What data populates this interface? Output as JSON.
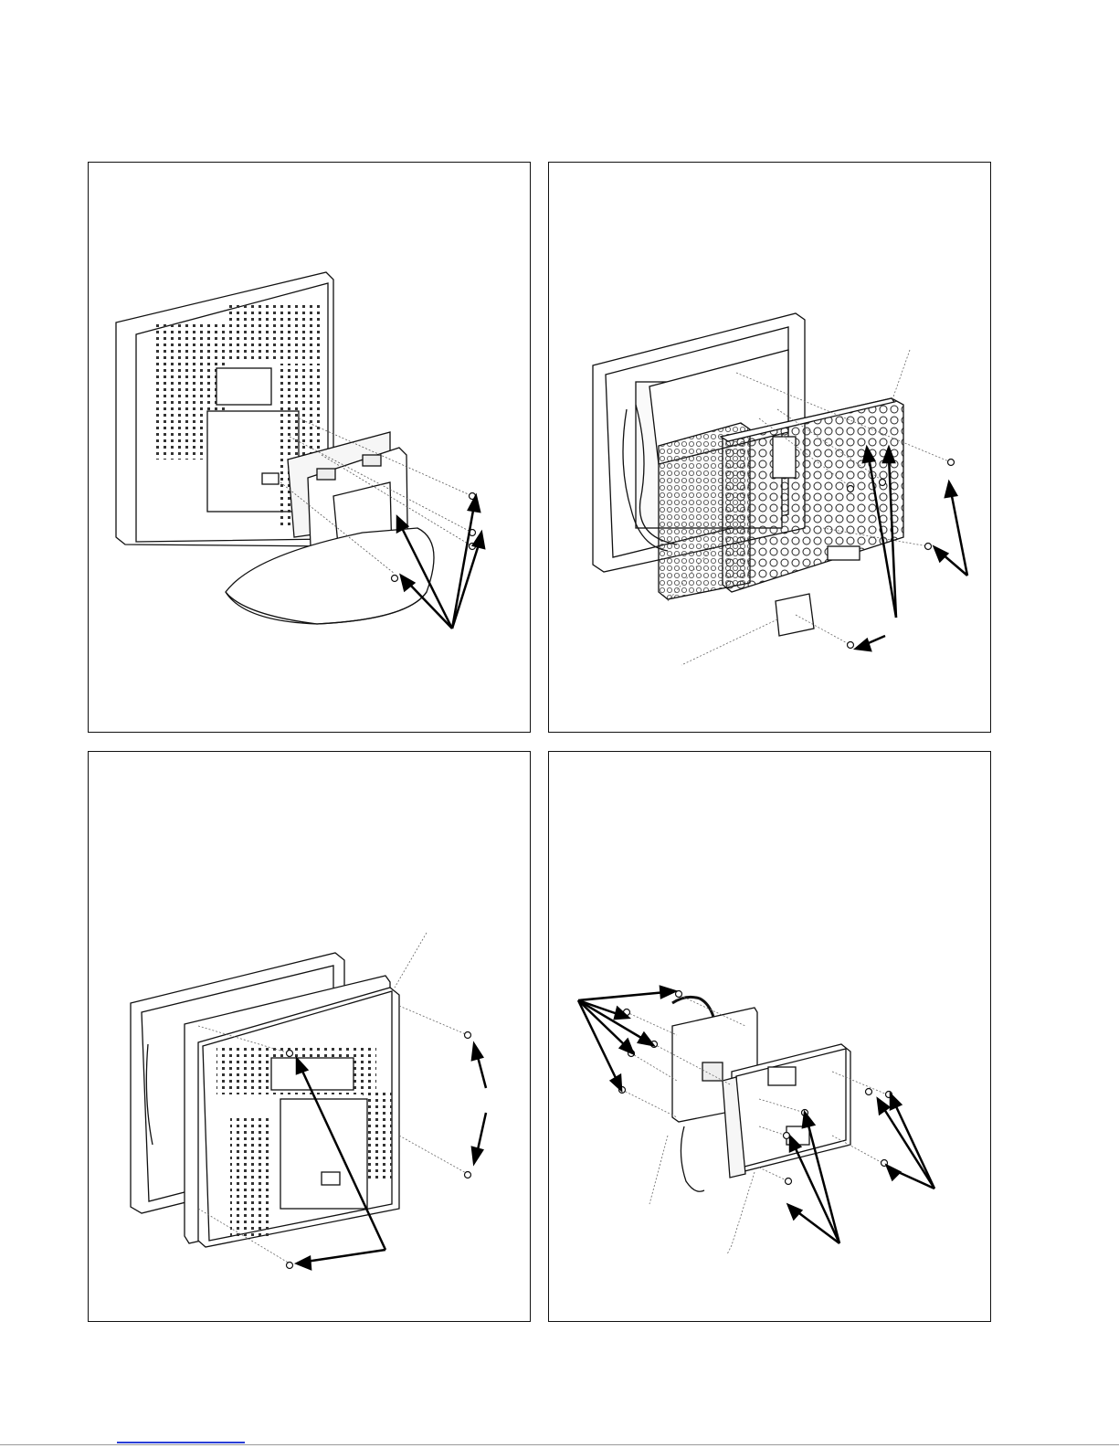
{
  "document": {
    "panels": [
      {
        "id": "p1",
        "content": "monitor-rear-stand-removal"
      },
      {
        "id": "p2",
        "content": "shield-cover-removal"
      },
      {
        "id": "p3",
        "content": "rear-cover-removal"
      },
      {
        "id": "p4",
        "content": "board-assembly-exploded-view"
      }
    ]
  },
  "colors": {
    "line": "#111111",
    "grid": "#333333",
    "footer_link": "#2a3fd6",
    "footer_rule": "#9a9a9a"
  }
}
